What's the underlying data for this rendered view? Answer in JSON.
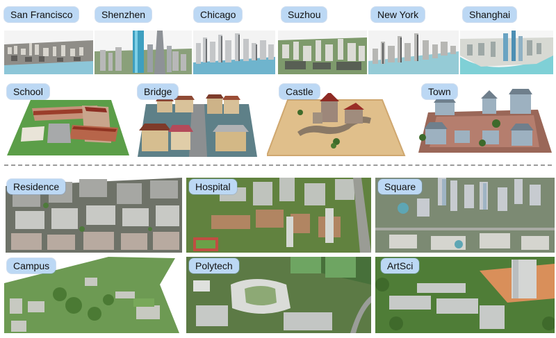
{
  "sections": {
    "cities": [
      {
        "label": "San Francisco"
      },
      {
        "label": "Shenzhen"
      },
      {
        "label": "Chicago"
      },
      {
        "label": "Suzhou"
      },
      {
        "label": "New York"
      },
      {
        "label": "Shanghai"
      }
    ],
    "synthetic_scenes": [
      {
        "label": "School"
      },
      {
        "label": "Bridge"
      },
      {
        "label": "Castle"
      },
      {
        "label": "Town"
      }
    ],
    "aerial_scenes": [
      {
        "label": "Residence"
      },
      {
        "label": "Hospital"
      },
      {
        "label": "Square"
      },
      {
        "label": "Campus"
      },
      {
        "label": "Polytech"
      },
      {
        "label": "ArtSci"
      }
    ]
  },
  "colors": {
    "label_background": "#bcd8f4",
    "divider": "#9a9a9a",
    "water": "#7fc3d6",
    "grass": "#5f9e46",
    "sand": "#e2c08c"
  }
}
